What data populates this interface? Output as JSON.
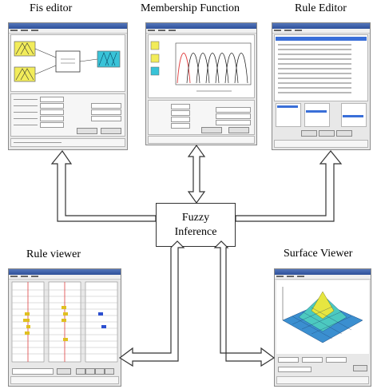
{
  "labels": {
    "fis_editor": "Fis editor",
    "membership_function": "Membership Function",
    "rule_editor": "Rule Editor",
    "rule_viewer": "Rule viewer",
    "surface_viewer": "Surface Viewer"
  },
  "center": {
    "line1": "Fuzzy",
    "line2": "Inference"
  },
  "colors": {
    "titlebar": "#2d4f99",
    "mf_yellow": "#f2ec5a",
    "mf_cyan": "#39c3d8",
    "mf_red": "#e04040",
    "rule_selection": "#3a6fd8",
    "arrow_stroke": "#333333"
  }
}
